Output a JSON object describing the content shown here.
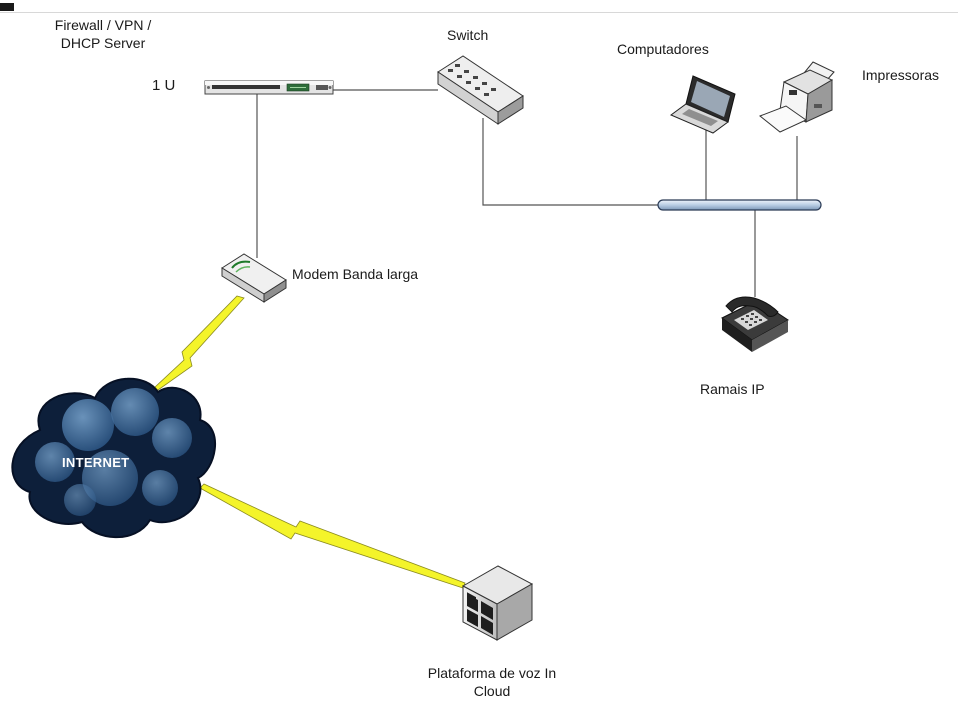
{
  "labels": {
    "firewall_line1": "Firewall / VPN /",
    "firewall_line2": "DHCP Server",
    "rack_unit": "1 U",
    "switch": "Switch",
    "computers": "Computadores",
    "printers": "Impressoras",
    "modem": "Modem Banda larga",
    "internet": "INTERNET",
    "ip_extensions": "Ramais IP",
    "voice_platform_line1": "Plataforma de voz In",
    "voice_platform_line2": "Cloud"
  },
  "colors": {
    "line": "#555555",
    "bus_fill": "#c9d8ea",
    "bus_stroke": "#2a3a55",
    "lightning": "#f4f42a",
    "cloud_dark": "#0d1f3a",
    "cloud_light": "#4d7fb0"
  },
  "icons": [
    "firewall-appliance-icon",
    "switch-icon",
    "laptop-icon",
    "printer-icon",
    "modem-icon",
    "cloud-icon",
    "ip-phone-icon",
    "server-icon"
  ]
}
